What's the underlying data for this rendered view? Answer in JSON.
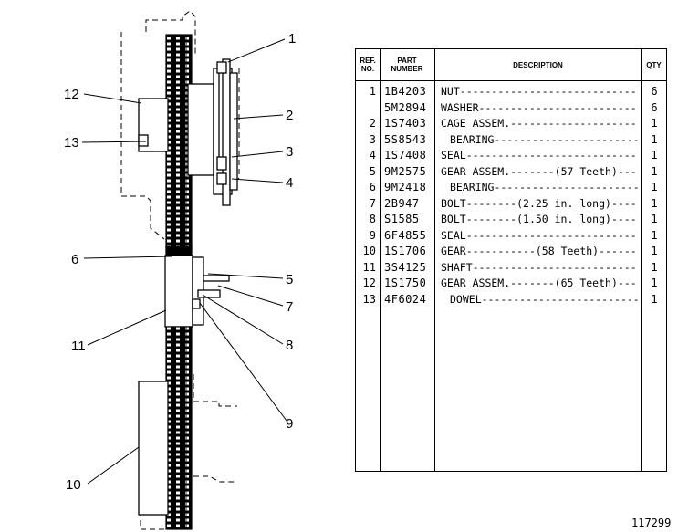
{
  "callouts": [
    "1",
    "2",
    "3",
    "4",
    "5",
    "6",
    "7",
    "8",
    "9",
    "10",
    "11",
    "12",
    "13"
  ],
  "table": {
    "headers": {
      "ref": [
        "REF.",
        "NO."
      ],
      "part": [
        "PART",
        "NUMBER"
      ],
      "description": "DESCRIPTION",
      "qty": "QTY"
    },
    "rows": [
      {
        "ref": "1",
        "part": "1B4203",
        "desc": "NUT",
        "note": "",
        "qty": "6"
      },
      {
        "ref": "",
        "part": "5M2894",
        "desc": "WASHER",
        "note": "",
        "qty": "6"
      },
      {
        "ref": "2",
        "part": "1S7403",
        "desc": "CAGE ASSEM.",
        "note": "",
        "qty": "1"
      },
      {
        "ref": "3",
        "part": "5S8543",
        "desc": "BEARING",
        "note": "",
        "qty": "1"
      },
      {
        "ref": "4",
        "part": "1S7408",
        "desc": "SEAL",
        "note": "",
        "qty": "1"
      },
      {
        "ref": "5",
        "part": "9M2575",
        "desc": "GEAR ASSEM.",
        "note": "(57 Teeth)",
        "qty": "1"
      },
      {
        "ref": "6",
        "part": "9M2418",
        "desc": "BEARING",
        "note": "",
        "qty": "1"
      },
      {
        "ref": "7",
        "part": "2B947",
        "desc": "BOLT",
        "note": "(2.25 in. long)",
        "qty": "1"
      },
      {
        "ref": "8",
        "part": "S1585",
        "desc": "BOLT",
        "note": "(1.50 in. long)",
        "qty": "1"
      },
      {
        "ref": "9",
        "part": "6F4855",
        "desc": "SEAL",
        "note": "",
        "qty": "1"
      },
      {
        "ref": "10",
        "part": "1S1706",
        "desc": "GEAR",
        "note": "(58 Teeth)",
        "qty": "1"
      },
      {
        "ref": "11",
        "part": "3S4125",
        "desc": "SHAFT",
        "note": "",
        "qty": "1"
      },
      {
        "ref": "12",
        "part": "1S1750",
        "desc": "GEAR ASSEM.",
        "note": "(65 Teeth)",
        "qty": "1"
      },
      {
        "ref": "13",
        "part": "4F6024",
        "desc": "DOWEL",
        "note": "",
        "qty": "1"
      }
    ]
  },
  "drawing_number": "117299"
}
